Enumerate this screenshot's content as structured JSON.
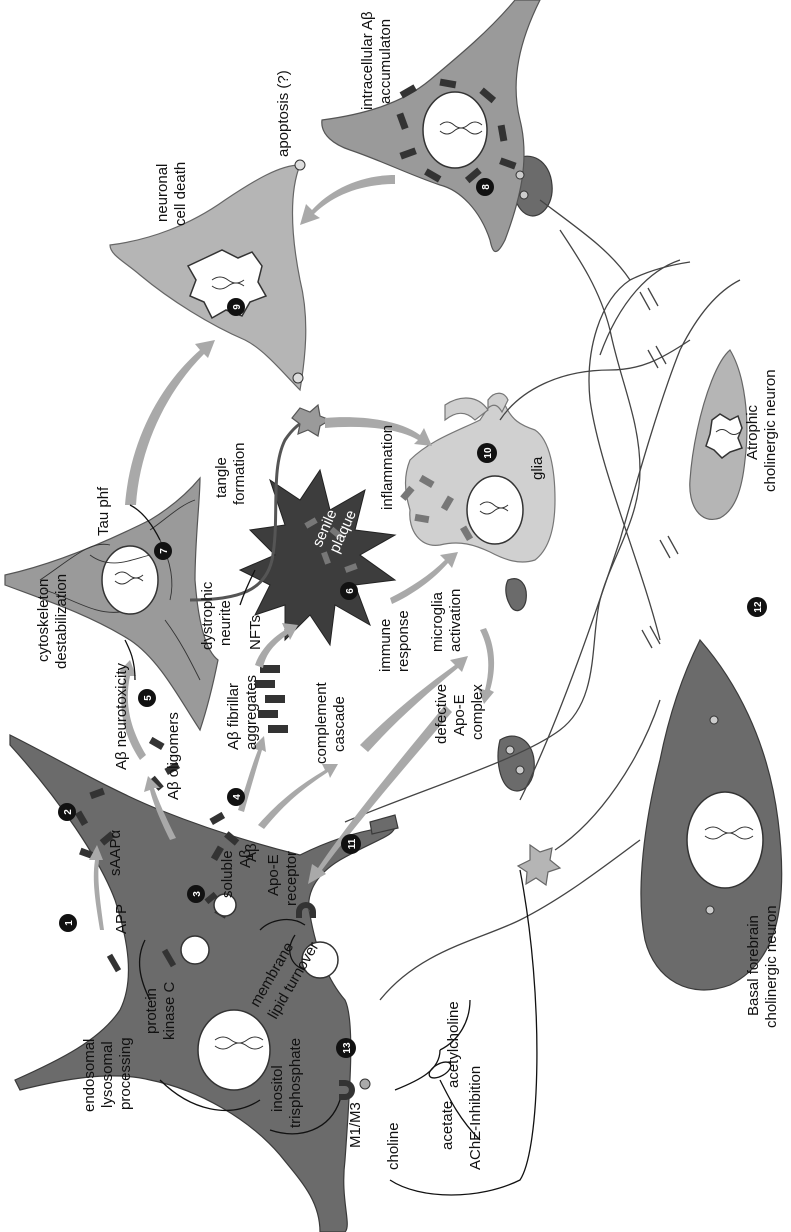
{
  "labels": {
    "intracellular_ab": "intracellular Aβ",
    "accumulation": "accumulaton",
    "apoptosis": "apoptosis (?)",
    "neuronal": "neuronal",
    "cell_death": "cell death",
    "atrophic1": "Atrophic",
    "atrophic2": "cholinergic neuron",
    "tau_phf": "Tau phf",
    "tangle1": "tangle",
    "tangle2": "formation",
    "inflammation": "inflammation",
    "glia": "glia",
    "senile1": "senile",
    "senile2": "plaque",
    "cytoskeleton1": "cytoskeleton",
    "cytoskeleton2": "destabilization",
    "dystrophic1": "dystrophic",
    "dystrophic2": "neurite",
    "nfts": "NFTs",
    "immune1": "immune",
    "immune2": "response",
    "microglia1": "microglia",
    "microglia2": "activation",
    "ab_neurotoxicity": "Aβ neurotoxicity",
    "ab_fibrillar1": "Aβ fibrillar",
    "ab_fibrillar2": "aggregates",
    "complement1": "complement",
    "complement2": "cascade",
    "defective1": "defective",
    "defective2": "Apo-E",
    "defective3": "complex",
    "ab_oligomers": "Aβ oligomers",
    "ab": "Aβ",
    "sappa": "sAAPα",
    "soluble1": "soluble",
    "soluble2": "Aβ",
    "app": "APP",
    "apoe1": "Apo-E",
    "apoe2": "receptor",
    "membrane1": "membrane",
    "membrane2": "lipid turnover",
    "endosomal1": "endosomal",
    "endosomal2": "lysosomal",
    "endosomal3": "processing",
    "pkc1": "protein",
    "pkc2": "kinase C",
    "inositol1": "inositol",
    "inositol2": "trisphosphate",
    "m1m3": "M1/M3",
    "choline": "choline",
    "acetate": "acetate",
    "acetylcholine": "acetylcholine",
    "ache": "AChE-Inhibition",
    "basal1": "Basal forebrain",
    "basal2": "cholinergic neuron"
  },
  "badges": [
    "1",
    "2",
    "3",
    "4",
    "5",
    "6",
    "7",
    "8",
    "9",
    "10",
    "11",
    "12",
    "13"
  ]
}
